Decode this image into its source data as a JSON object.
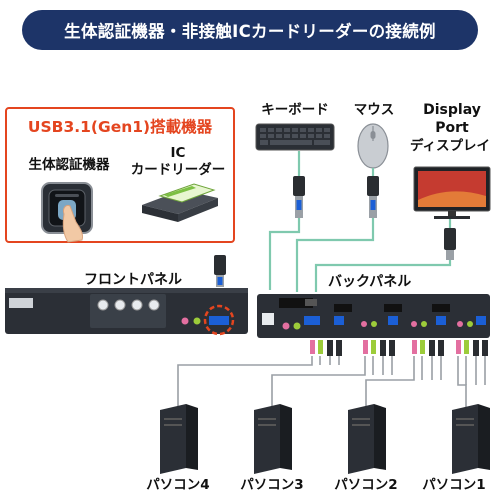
{
  "title": "生体認証機器・非接触ICカードリーダーの接続例",
  "usb_device_box": {
    "title": "USB3.1(Gen1)搭載機器",
    "biometric_label": "生体認証機器",
    "ic_label_line1": "IC",
    "ic_label_line2": "カードリーダー"
  },
  "peripherals": {
    "keyboard": "キーボード",
    "mouse": "マウス",
    "display_line1": "Display",
    "display_line2": "Port",
    "display_line3": "ディスプレイ"
  },
  "panels": {
    "front": "フロントパネル",
    "back": "バックパネル"
  },
  "computers": [
    "パソコン4",
    "パソコン3",
    "パソコン2",
    "パソコン1"
  ],
  "colors": {
    "title_bg": "#1d3468",
    "accent_orange": "#e4451f",
    "cable_green": "#7fc9ae",
    "usb_blue": "#1b5fd6",
    "audio_pink": "#e36fa0",
    "audio_green": "#9ccc3a"
  }
}
